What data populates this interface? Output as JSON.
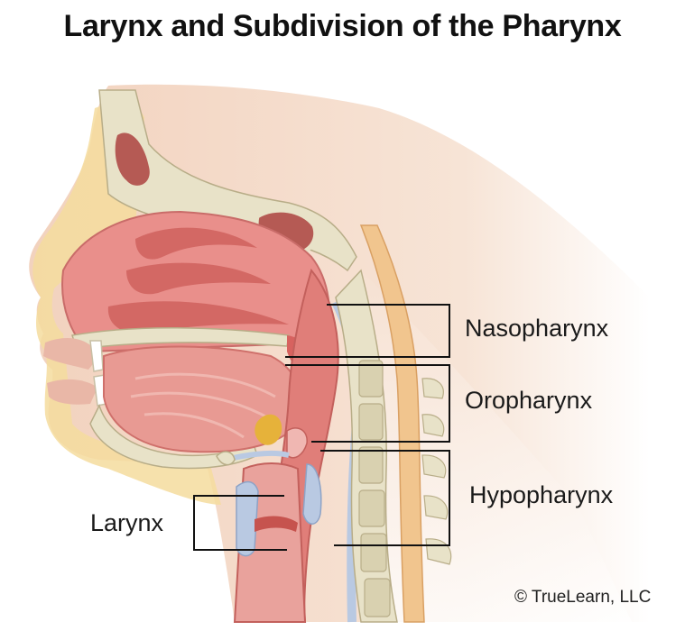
{
  "title": "Larynx and Subdivision of the Pharynx",
  "labels": {
    "nasopharynx": "Nasopharynx",
    "oropharynx": "Oropharynx",
    "hypopharynx": "Hypopharynx",
    "larynx": "Larynx"
  },
  "credit": "© TrueLearn, LLC",
  "colors": {
    "skin": "#f3d7c4",
    "mucosa": "#e06a6a",
    "bone": "#e8e2c8",
    "cartilage": "#b9c9e2",
    "bracket": "#111111"
  }
}
